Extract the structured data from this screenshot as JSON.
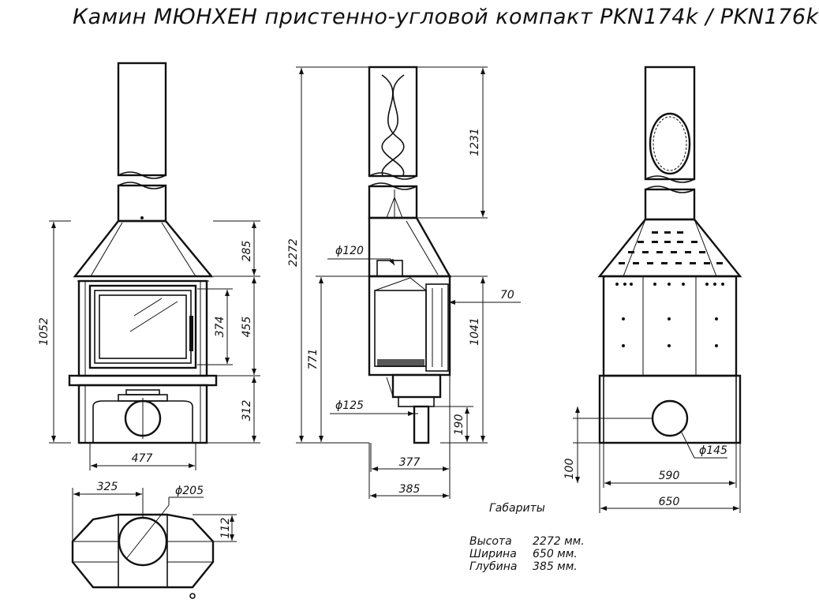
{
  "title": "Камин МЮНХЕН пристенно-угловой компакт PKN174k / PKN176k",
  "dimensions": {
    "front": {
      "h_hood": "285",
      "h_door_outer": "455",
      "h_glass": "374",
      "h_base": "312",
      "h_total": "1052",
      "w_base": "477"
    },
    "side": {
      "h_flue": "1231",
      "h_total": "2272",
      "h_firebox": "771",
      "h_body": "1041",
      "d_top_pipe": "ϕ120",
      "gap": "70",
      "d_bottom_pipe": "ϕ125",
      "h_pipe": "190",
      "w_inner": "377",
      "w_outer": "385"
    },
    "back": {
      "w_inner": "590",
      "w_outer": "650",
      "d_pipe": "ϕ145",
      "h_pipe": "100"
    },
    "top": {
      "w_half": "325",
      "d_pipe": "ϕ205",
      "depth": "112"
    }
  },
  "specs": {
    "heading": "Габариты",
    "rows": [
      {
        "label": "Высота",
        "value": "2272 мм."
      },
      {
        "label": "Ширина",
        "value": "650 мм."
      },
      {
        "label": "Глубина",
        "value": "385 мм."
      }
    ]
  }
}
